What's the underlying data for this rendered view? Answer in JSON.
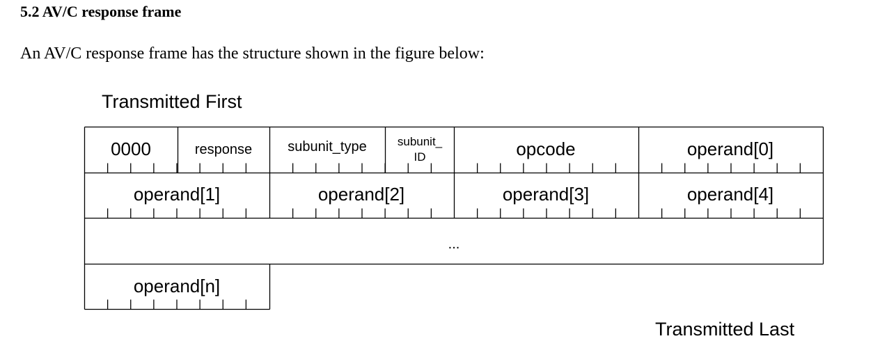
{
  "section": {
    "heading": "5.2 AV/C response frame",
    "paragraph": "An AV/C response frame has the structure shown in the figure below:"
  },
  "figure": {
    "transmitted_first": "Transmitted First",
    "transmitted_last": "Transmitted Last",
    "row1": {
      "ctype": "0000",
      "response": "response",
      "subunit_type": "subunit_type",
      "subunit_id_line1": "subunit_",
      "subunit_id_line2": "ID",
      "opcode": "opcode",
      "operand0": "operand[0]"
    },
    "row2": {
      "operand1": "operand[1]",
      "operand2": "operand[2]",
      "operand3": "operand[3]",
      "operand4": "operand[4]"
    },
    "ellipsis": "...",
    "operand_n": "operand[n]"
  }
}
